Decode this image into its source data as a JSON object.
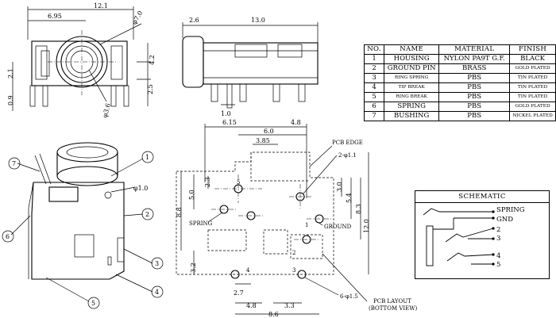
{
  "dims": {
    "top_12_1": "12.1",
    "top_6_95": "6.95",
    "top_phi7": "φ7.0",
    "top_4_2": "4.2",
    "top_2_1": "2.1",
    "top_2_5": "2.5",
    "top_0_9": "0.9",
    "top_phi3_6": "φ3.6",
    "side_2_6": "2.6",
    "side_13_0": "13.0",
    "side_1_0": "1.0",
    "pcb_6_15": "6.15",
    "pcb_6_0": "6.0",
    "pcb_4_8": "4.8",
    "pcb_3_85": "3.85",
    "pcb_2_3": "2.3",
    "pcb_5_0": "5.0",
    "pcb_8_8": "8.8",
    "pcb_3_0": "3.0",
    "pcb_5_4": "5.4",
    "pcb_8_3": "8.3",
    "pcb_12_0": "12.0",
    "pcb_3_2": "3.2",
    "pcb_2_7": "2.7",
    "pcb_4_8b": "4.8",
    "pcb_3_3": "3.3",
    "pcb_8_6": "8.6",
    "pcb_edge": "PCB EDGE",
    "hole_1_1": "2-φ1.1",
    "hole_1_5": "6-φ1.5",
    "spring": "SPRING",
    "ground": "GROUND",
    "pcb_layout": "PCB LAYOUT",
    "bottom_view": "(BOTTOM VIEW)",
    "iso_phi1_0": "φ1.0"
  },
  "pins": {
    "p5": "5",
    "p4": "4",
    "p1": "1",
    "p2": "2",
    "p3": "3"
  },
  "callouts": [
    "1",
    "2",
    "3",
    "4",
    "5",
    "6",
    "7"
  ],
  "bom": {
    "headers": [
      "NO.",
      "NAME",
      "MATERIAL",
      "FINISH"
    ],
    "rows": [
      [
        "1",
        "HOUSING",
        "NYLON PA9T G.F.",
        "BLACK"
      ],
      [
        "2",
        "GROUND PIN",
        "BRASS",
        "GOLD PLATED"
      ],
      [
        "3",
        "RING SPRING",
        "PBS",
        "TIN PLATED"
      ],
      [
        "4",
        "TIP BREAK",
        "PBS",
        "TIN PLATED"
      ],
      [
        "5",
        "RING BREAK",
        "PBS",
        "TIN PLATED"
      ],
      [
        "6",
        "SPRING",
        "PBS",
        "GOLD PLATED"
      ],
      [
        "7",
        "BUSHING",
        "PBS",
        "NICKEL PLATED"
      ]
    ]
  },
  "schematic": {
    "title": "SCHEMATIC",
    "labels": [
      "SPRING",
      "GND",
      "2",
      "3",
      "4",
      "5"
    ]
  }
}
